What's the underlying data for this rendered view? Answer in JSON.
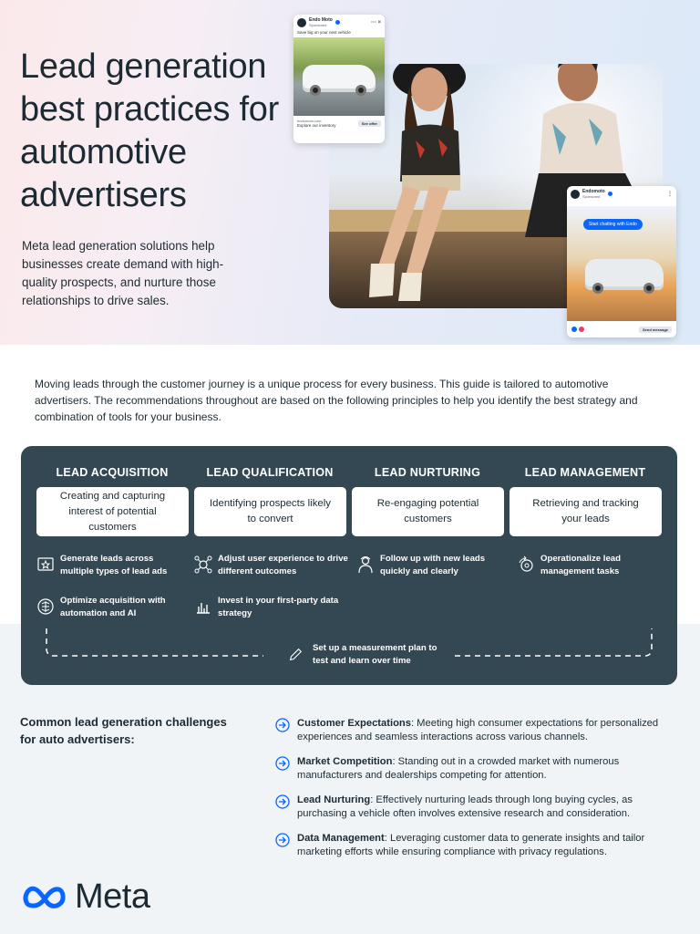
{
  "hero": {
    "title": "Lead generation best practices for automotive advertisers",
    "subtitle": "Meta lead generation solutions help businesses create demand with high-quality prospects, and nurture those relationships to drive sales."
  },
  "ad_card_top": {
    "brand": "Endo Moto",
    "sponsored": "Sponsored",
    "caption": "Save big on your next vehicle",
    "domain": "endomoto.com",
    "headline": "Explore our inventory",
    "cta": "See offer"
  },
  "ad_card_bottom": {
    "brand": "Endomoto",
    "sponsored": "Sponsored",
    "chat_text": "Start chatting with Endo",
    "cta": "Send message"
  },
  "intro": "Moving leads through the customer journey is a unique process for every business. This guide is tailored to automotive advertisers. The recommendations throughout are based on the following principles to help you identify the best strategy and combination of tools for your business.",
  "stages": [
    {
      "heading": "LEAD ACQUISITION",
      "description": "Creating and capturing interest of potential customers"
    },
    {
      "heading": "LEAD QUALIFICATION",
      "description": "Identifying prospects likely to convert"
    },
    {
      "heading": "LEAD NURTURING",
      "description": "Re-engaging potential customers"
    },
    {
      "heading": "LEAD MANAGEMENT",
      "description": "Retrieving and tracking your leads"
    }
  ],
  "features": {
    "generate": "Generate leads across multiple types of lead ads",
    "optimize": "Optimize acquisition with automation and AI",
    "adjust": "Adjust user experience to drive different outcomes",
    "invest": "Invest in your first-party data strategy",
    "follow_up": "Follow up with new leads quickly and clearly",
    "operationalize": "Operationalize lead management tasks",
    "measure": "Set up a measurement plan to test and learn over time"
  },
  "challenges": {
    "title": "Common lead generation challenges for auto advertisers:",
    "items": [
      {
        "term": "Customer Expectations",
        "text": ": Meeting high consumer expectations for personalized experiences and seamless interactions across various channels."
      },
      {
        "term": "Market Competition",
        "text": ": Standing out in a crowded market with numerous manufacturers and dealerships competing for attention."
      },
      {
        "term": "Lead Nurturing",
        "text": ": Effectively nurturing leads through long buying cycles, as purchasing a vehicle often involves extensive research and consideration."
      },
      {
        "term": "Data Management",
        "text": ": Leveraging customer data to generate insights and tailor marketing efforts while ensuring compliance with privacy regulations."
      }
    ]
  },
  "logo": {
    "wordmark": "Meta",
    "brand_color": "#0866ff"
  },
  "colors": {
    "panel": "#344854",
    "text": "#1c2b33",
    "accent": "#0866ff"
  }
}
